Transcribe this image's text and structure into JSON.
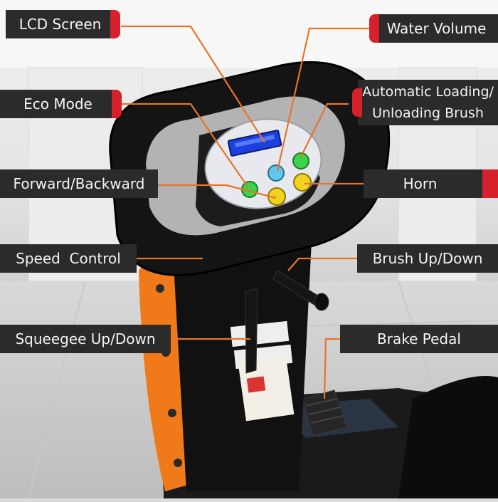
{
  "labels": {
    "lcd_screen": "LCD Screen",
    "water_volume": "Water Volume",
    "eco_mode": "Eco Mode",
    "auto_brush_line1": "Automatic Loading/",
    "auto_brush_line2": "Unloading Brush",
    "forward_backward": "Forward/Backward",
    "horn": "Horn",
    "speed_control": "Speed  Control",
    "brush_up_down": "Brush Up/Down",
    "squeegee_up_down": "Squeegee Up/Down",
    "brake_pedal": "Brake Pedal"
  },
  "colors": {
    "label_bg": "#2b2b2b",
    "label_text": "#f4f4f4",
    "accent_tab": "#d6202b",
    "leader_line": "#e8742a",
    "machine_body": "#111111",
    "machine_side": "#f07a1a",
    "lcd": "#1d3fe0",
    "button_green": "#3cd24a",
    "button_yellow": "#f2d21e",
    "button_cyan": "#62c6ec"
  }
}
